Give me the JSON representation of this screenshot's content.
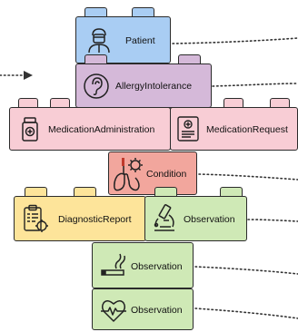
{
  "colors": {
    "patient": "#a9cdf3",
    "allergy": "#d5b9d9",
    "pink": "#f8cdd5",
    "condition": "#f2a69d",
    "yellow": "#fde49a",
    "green": "#cfe9b6",
    "outline": "#2b2b2b"
  },
  "blocks": [
    {
      "id": "patient",
      "label": "Patient",
      "icon": "doctor-icon"
    },
    {
      "id": "allergy",
      "label": "AllergyIntolerance",
      "icon": "ear-icon"
    },
    {
      "id": "medadmin",
      "label": "MedicationAdministration",
      "icon": "medicine-bottle-icon"
    },
    {
      "id": "medreq",
      "label": "MedicationRequest",
      "icon": "prescription-icon"
    },
    {
      "id": "condition",
      "label": "Condition",
      "icon": "lungs-virus-icon"
    },
    {
      "id": "diag",
      "label": "DiagnosticReport",
      "icon": "clipboard-report-icon"
    },
    {
      "id": "obs1",
      "label": "Observation",
      "icon": "microscope-icon"
    },
    {
      "id": "obs2",
      "label": "Observation",
      "icon": "smoking-icon"
    },
    {
      "id": "obs3",
      "label": "Observation",
      "icon": "heart-pulse-icon"
    }
  ]
}
